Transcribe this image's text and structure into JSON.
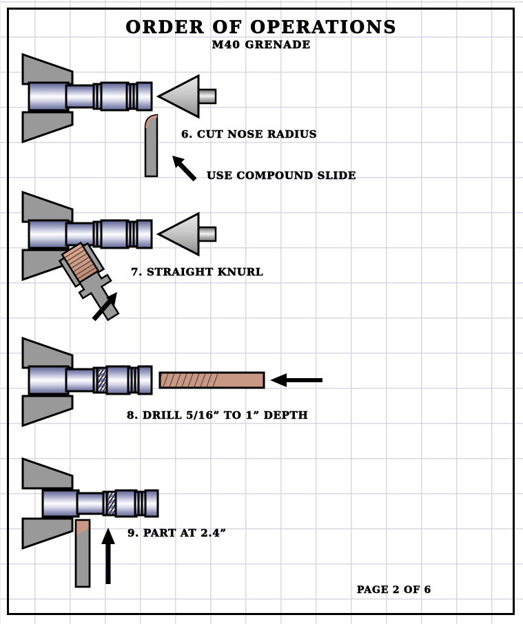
{
  "document": {
    "title": "ORDER OF OPERATIONS",
    "subtitle": "M40 GRENADE",
    "footer": "PAGE 2 OF 6",
    "page_number": 2,
    "page_total": 6
  },
  "colors": {
    "grid_line": "#d9d7e6",
    "border": "#000000",
    "chuck_jaw": "#999999",
    "tool_steel": "#9a9a9a",
    "workpiece_dark": "#6a6f9e",
    "workpiece_light": "#fdfdff",
    "cutter_tan": "#c99884",
    "outline": "#000000",
    "text": "#000000"
  },
  "operations": [
    {
      "number": "6",
      "label": "6. CUT NOSE RADIUS",
      "note": "USE COMPOUND SLIDE",
      "tool": "radius-form-tool",
      "has_tailstock_center": true,
      "has_knurl_on_part": false
    },
    {
      "number": "7",
      "label": "7. STRAIGHT KNURL",
      "note": "",
      "tool": "knurling-tool",
      "has_tailstock_center": true,
      "has_knurl_on_part": false
    },
    {
      "number": "8",
      "label": "8. DRILL 5/16” TO 1” DEPTH",
      "note": "",
      "tool": "drill-bit",
      "has_tailstock_center": false,
      "has_knurl_on_part": true
    },
    {
      "number": "9",
      "label": "9. PART AT 2.4”",
      "note": "",
      "tool": "parting-tool",
      "has_tailstock_center": false,
      "has_knurl_on_part": true
    }
  ],
  "icons": {
    "chuck_jaw": "chuck-jaw-icon",
    "workpiece": "workpiece-icon",
    "live_center": "live-center-icon",
    "radius_tool": "radius-tool-icon",
    "knurl_tool": "knurl-tool-icon",
    "drill_bit": "drill-bit-icon",
    "parting_tool": "parting-tool-icon",
    "arrow": "direction-arrow-icon"
  }
}
